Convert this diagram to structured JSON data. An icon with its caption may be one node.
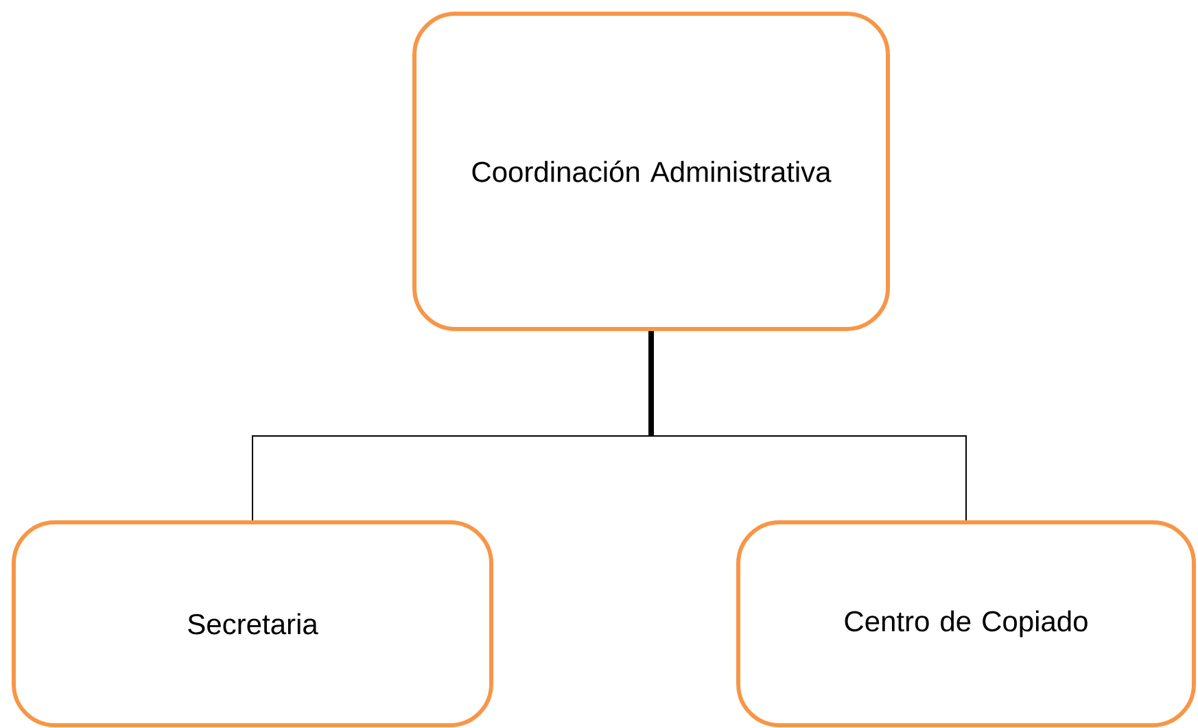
{
  "diagram": {
    "nodes": [
      {
        "text": [
          "Coordinación Administrativa"
        ]
      },
      {
        "text": [
          "Secretaria"
        ]
      },
      {
        "text": [
          "Centro de Copiado"
        ]
      }
    ],
    "edges": [
      {
        "from": 0,
        "to": 1,
        "arrow": "none"
      },
      {
        "from": 0,
        "to": 2,
        "arrow": "none"
      }
    ]
  }
}
